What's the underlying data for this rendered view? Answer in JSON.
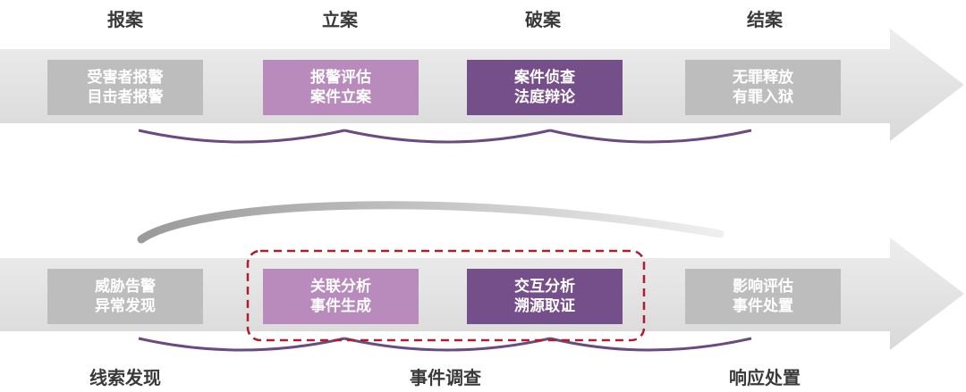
{
  "top_flow": {
    "stages": [
      "报案",
      "立案",
      "破案",
      "结案"
    ],
    "boxes": [
      {
        "lines": [
          "受害者报警",
          "目击者报警"
        ],
        "style": "gray"
      },
      {
        "lines": [
          "报警评估",
          "案件立案"
        ],
        "style": "light-purple"
      },
      {
        "lines": [
          "案件侦查",
          "法庭辩论"
        ],
        "style": "dark-purple"
      },
      {
        "lines": [
          "无罪释放",
          "有罪入狱"
        ],
        "style": "gray"
      }
    ]
  },
  "bottom_flow": {
    "boxes": [
      {
        "lines": [
          "威胁告警",
          "异常发现"
        ],
        "style": "gray"
      },
      {
        "lines": [
          "关联分析",
          "事件生成"
        ],
        "style": "light-purple"
      },
      {
        "lines": [
          "交互分析",
          "溯源取证"
        ],
        "style": "dark-purple"
      },
      {
        "lines": [
          "影响评估",
          "事件处置"
        ],
        "style": "gray"
      }
    ],
    "phases": [
      "线索发现",
      "事件调查",
      "响应处置"
    ]
  },
  "colors": {
    "arrow_band": "#e3e3e3",
    "gray_box": "#bdbdbd",
    "light_purple_box": "#b98bbd",
    "dark_purple_box": "#754f8a",
    "link_curve": "#6a4a80",
    "highlight_border": "#b01e2a"
  }
}
